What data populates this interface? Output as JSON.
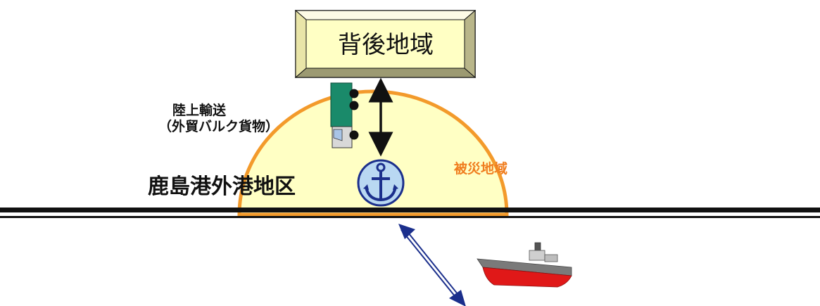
{
  "hinterland": {
    "label": "背後地域"
  },
  "land_transport": {
    "line1": "陸上輸送",
    "line2": "（外貿バルク貨物）"
  },
  "port_area": {
    "label": "鹿島港外港地区"
  },
  "disaster_area": {
    "label": "被災地域"
  },
  "icons": {
    "port": "anchor-icon",
    "truck": "truck-icon",
    "ship": "ship-icon"
  },
  "colors": {
    "disaster_fill": "#ffffc4",
    "disaster_outline": "#f39a2b",
    "disaster_text": "#f07d1e",
    "box_fill": "#ffffc4",
    "truck_body": "#1a8a6a",
    "ship_hull": "#e01818",
    "arrow_sea": "#1b2f8c"
  }
}
